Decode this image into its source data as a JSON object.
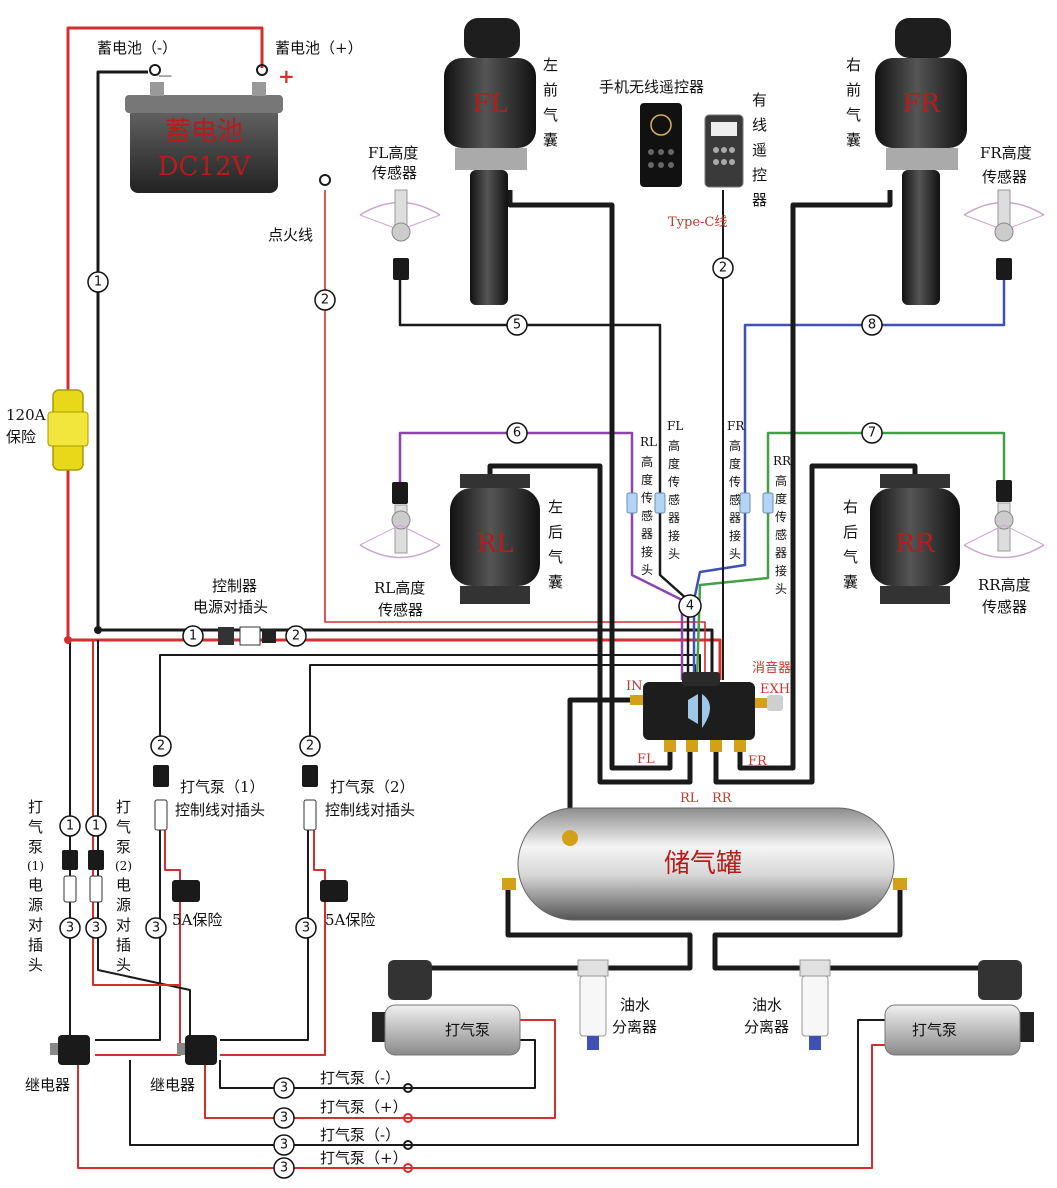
{
  "battery": {
    "title": "蓄电池",
    "voltage": "DC12V",
    "neg_label": "蓄电池（-）",
    "pos_label": "蓄电池（+）",
    "minus_sign": "—",
    "plus_sign": "+"
  },
  "ignition": "点火线",
  "fuse_main": {
    "line1": "120A",
    "line2": "保险"
  },
  "bags": {
    "fl": {
      "code": "FL",
      "name": [
        "左",
        "前",
        "气",
        "囊"
      ]
    },
    "fr": {
      "code": "FR",
      "name": [
        "右",
        "前",
        "气",
        "囊"
      ]
    },
    "rl": {
      "code": "RL",
      "name": [
        "左",
        "后",
        "气",
        "囊"
      ]
    },
    "rr": {
      "code": "RR",
      "name": [
        "右",
        "后",
        "气",
        "囊"
      ]
    }
  },
  "sensors": {
    "fl": [
      "FL高度",
      "传感器"
    ],
    "fr": [
      "FR高度",
      "传感器"
    ],
    "rl": [
      "RL高度",
      "传感器"
    ],
    "rr": [
      "RR高度",
      "传感器"
    ]
  },
  "sensor_connectors": {
    "rl": [
      "RL",
      "高",
      "度",
      "传",
      "感",
      "器",
      "接",
      "头"
    ],
    "fl": [
      "FL",
      "高",
      "度",
      "传",
      "感",
      "器",
      "接",
      "头"
    ],
    "fr": [
      "FR",
      "高",
      "度",
      "传",
      "感",
      "器",
      "接",
      "头"
    ],
    "rr": [
      "RR",
      "高",
      "度",
      "传",
      "感",
      "器",
      "接",
      "头"
    ]
  },
  "remotes": {
    "wireless": "手机无线遥控器",
    "wired": [
      "有",
      "线",
      "遥",
      "控",
      "器"
    ],
    "cable": "Type-C线"
  },
  "controller_power": [
    "控制器",
    "电源对插头"
  ],
  "manifold": {
    "in": "IN",
    "exh": "EXH",
    "muffler": "消音器",
    "fl": "FL",
    "fr": "FR",
    "rl": "RL",
    "rr": "RR"
  },
  "tank": "储气罐",
  "pumps": {
    "left": "打气泵",
    "right": "打气泵",
    "ctrl1": [
      "打气泵（1）",
      "控制线对插头"
    ],
    "ctrl2": [
      "打气泵（2）",
      "控制线对插头"
    ],
    "power1": [
      "打",
      "气",
      "泵",
      "(1)",
      "电",
      "源",
      "对",
      "插",
      "头"
    ],
    "power2": [
      "打",
      "气",
      "泵",
      "(2)",
      "电",
      "源",
      "对",
      "插",
      "头"
    ],
    "fuse1": "5A保险",
    "fuse2": "5A保险"
  },
  "separators": {
    "left": [
      "油水",
      "分离器"
    ],
    "right": [
      "油水",
      "分离器"
    ]
  },
  "relays": {
    "left": "继电器",
    "right": "继电器"
  },
  "terminals": [
    "打气泵（-）",
    "打气泵（+）",
    "打气泵（-）",
    "打气泵（+）"
  ],
  "markers": {
    "m1": "1",
    "m2": "2",
    "m3": "3",
    "m4": "4",
    "m5": "5",
    "m6": "6",
    "m7": "7",
    "m8": "8"
  },
  "colors": {
    "red": "#d32f2f",
    "black": "#1a1a1a",
    "blue": "#3f51b5",
    "green": "#43a047",
    "purple": "#8e44ad",
    "fuse": "#e8d81a"
  }
}
